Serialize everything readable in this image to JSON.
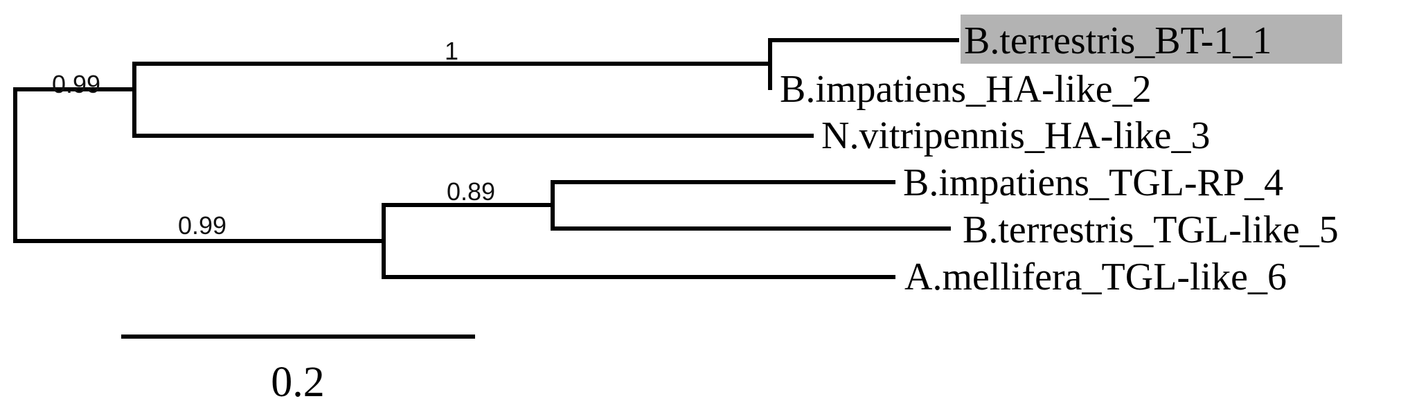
{
  "tree": {
    "taxa": [
      "B.terrestris_BT-1_1",
      "B.impatiens_HA-like_2",
      "N.vitripennis_HA-like_3",
      "B.impatiens_TGL-RP_4",
      "B.terrestris_TGL-like_5",
      "A.mellifera_TGL-like_6"
    ],
    "highlighted_taxon": "B.terrestris_BT-1_1",
    "highlight_color": "#b3b3b3",
    "support_values": {
      "clade_1_2": "1",
      "clade_1_2_3": "0.99",
      "clade_4_5": "0.89",
      "clade_4_5_6": "0.99"
    }
  },
  "scale_bar": {
    "label": "0.2"
  }
}
